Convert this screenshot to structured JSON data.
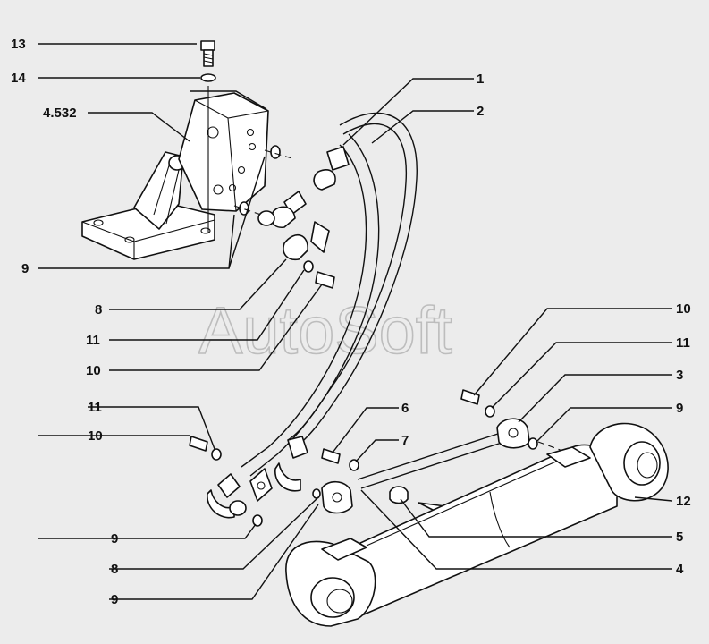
{
  "watermark": "AutoSoft",
  "labels": {
    "l13": "13",
    "l14": "14",
    "l4532": "4.532",
    "l9a": "9",
    "l8a": "8",
    "l11a": "11",
    "l10a": "10",
    "l11b": "11",
    "l10b": "10",
    "l9b": "9",
    "l8b": "8",
    "l9c": "9",
    "l1": "1",
    "l2": "2",
    "l10c": "10",
    "l11c": "11",
    "l3": "3",
    "l9d": "9",
    "l6": "6",
    "l7": "7",
    "l12": "12",
    "l5": "5",
    "l4": "4"
  }
}
